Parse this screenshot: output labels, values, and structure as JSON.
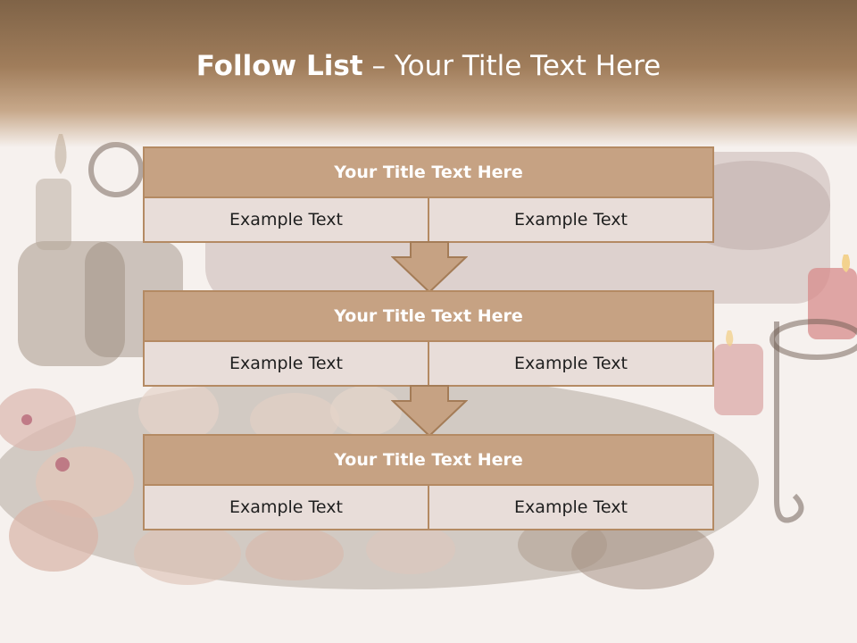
{
  "title": {
    "bold": "Follow List",
    "separator": "–",
    "rest": "Your Title Text Here"
  },
  "steps": [
    {
      "title": "Your Title Text Here",
      "left": "Example Text",
      "right": "Example Text"
    },
    {
      "title": "Your Title Text Here",
      "left": "Example Text",
      "right": "Example Text"
    },
    {
      "title": "Your Title Text Here",
      "left": "Example Text",
      "right": "Example Text"
    }
  ],
  "colors": {
    "header": "#a07d5b",
    "box_title": "#c6a283",
    "box_cell": "#e8ddd9",
    "border": "#b48a63"
  }
}
